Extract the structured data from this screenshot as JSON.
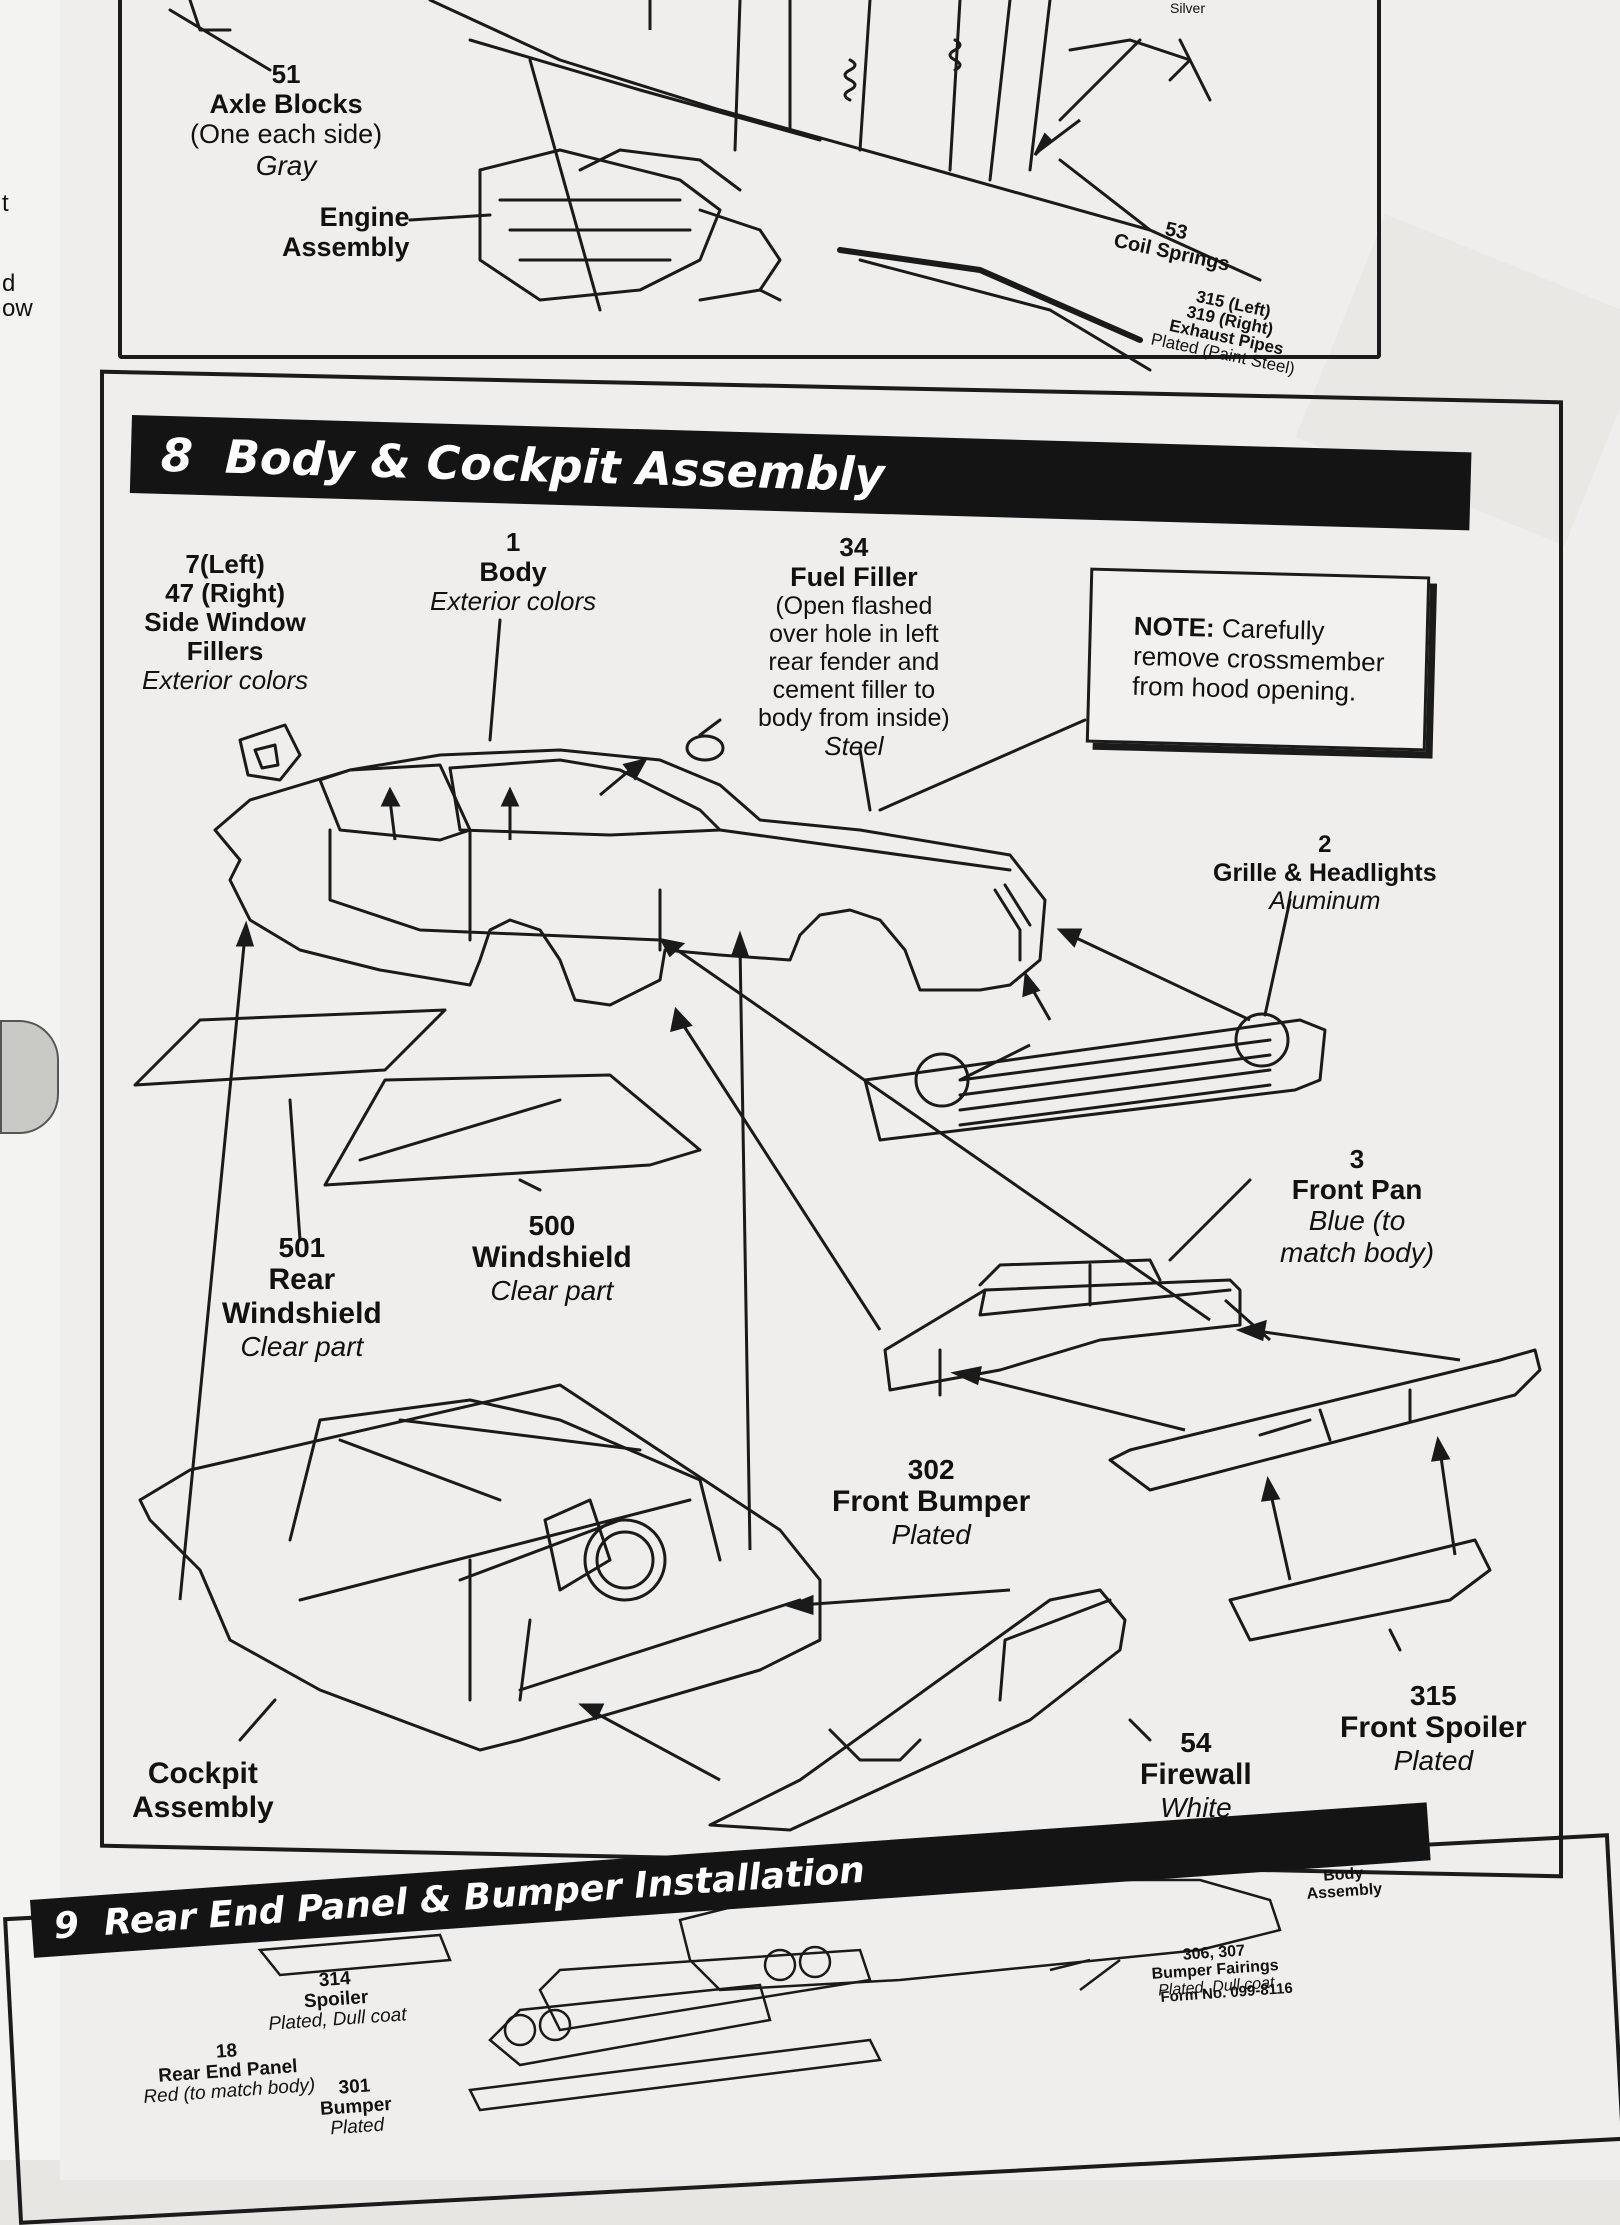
{
  "margin_text": {
    "t": "t",
    "d": "d",
    "ow": "ow"
  },
  "step7": {
    "axle_blocks": {
      "num": "51",
      "name": "Axle Blocks",
      "note": "(One each side)",
      "color": "Gray"
    },
    "engine": {
      "line1": "Engine",
      "line2": "Assembly"
    },
    "coil_springs": {
      "num": "53",
      "name": "Coil Springs"
    },
    "exhaust": {
      "line1": "315 (Left)",
      "line2": "319 (Right)",
      "line3": "Exhaust Pipes",
      "line4": "Plated (Paint Steel)"
    },
    "silver_tag": "Silver"
  },
  "step8": {
    "number": "8",
    "title": "Body & Cockpit Assembly",
    "side_fillers": {
      "line1": "7(Left)",
      "line2": "47 (Right)",
      "line3": "Side Window",
      "line4": "Fillers",
      "color": "Exterior colors"
    },
    "body": {
      "num": "1",
      "name": "Body",
      "color": "Exterior colors"
    },
    "fuel_filler": {
      "num": "34",
      "name": "Fuel Filler",
      "l1": "(Open flashed",
      "l2": "over hole in left",
      "l3": "rear fender and",
      "l4": "cement filler to",
      "l5": "body from inside)",
      "color": "Steel"
    },
    "note": {
      "label": "NOTE:",
      "l1": " Carefully",
      "l2": "remove crossmember",
      "l3": "from hood opening."
    },
    "grille": {
      "num": "2",
      "name": "Grille & Headlights",
      "color": "Aluminum"
    },
    "front_pan": {
      "num": "3",
      "name": "Front Pan",
      "color1": "Blue (to",
      "color2": "match body)"
    },
    "rear_windshield": {
      "num": "501",
      "name1": "Rear",
      "name2": "Windshield",
      "color": "Clear part"
    },
    "windshield": {
      "num": "500",
      "name": "Windshield",
      "color": "Clear part"
    },
    "front_bumper": {
      "num": "302",
      "name": "Front Bumper",
      "color": "Plated"
    },
    "cockpit": {
      "line1": "Cockpit",
      "line2": "Assembly"
    },
    "firewall": {
      "num": "54",
      "name": "Firewall",
      "color": "White"
    },
    "front_spoiler": {
      "num": "315",
      "name": "Front Spoiler",
      "color": "Plated"
    }
  },
  "step9": {
    "number": "9",
    "title": "Rear End Panel & Bumper Installation",
    "body_assembly": {
      "l1": "Body",
      "l2": "Assembly"
    },
    "spoiler": {
      "num": "314",
      "name": "Spoiler",
      "color": "Plated, Dull coat"
    },
    "rear_end_panel": {
      "num": "18",
      "name": "Rear End Panel",
      "color": "Red (to match body)"
    },
    "bumper": {
      "num": "301",
      "name": "Bumper",
      "color": "Plated"
    },
    "fairings": {
      "num": "306, 307",
      "name": "Bumper Fairings",
      "color": "Plated, Dull coat"
    },
    "form_no": "Form No. 099-8116"
  }
}
